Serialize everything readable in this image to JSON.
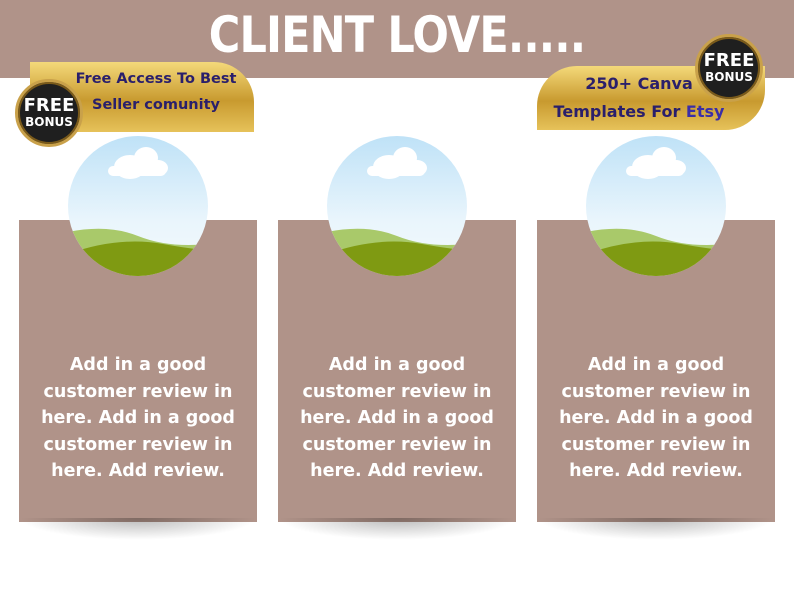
{
  "title": "CLIENT LOVE.....",
  "colors": {
    "band": "#b09389",
    "card": "#b09389",
    "gold": "#d4a940",
    "badge": "#1f1f1f",
    "banner_text": "#2a1f6b"
  },
  "banner_left": {
    "line1": "Free Access To Best",
    "line2": "Seller comunity"
  },
  "banner_right": {
    "line1": "250+ Canva",
    "line2_a": "Templates For ",
    "line2_b": "Etsy"
  },
  "badge": {
    "word1": "FREE",
    "word2": "BONUS"
  },
  "cards": [
    {
      "image_icon": "landscape-placeholder-icon",
      "review": "Add in a good customer review in here. Add in a good customer review in here. Add review."
    },
    {
      "image_icon": "landscape-placeholder-icon",
      "review": "Add in a good customer review in here. Add in a good customer review in here. Add review."
    },
    {
      "image_icon": "landscape-placeholder-icon",
      "review": "Add in a good customer review in here. Add in a good customer review in here. Add review."
    }
  ]
}
